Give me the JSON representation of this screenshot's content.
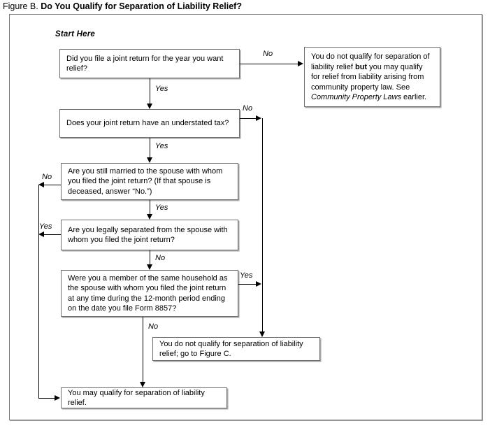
{
  "figure": {
    "label": "Figure B.",
    "question": "Do You Qualify for Separation of Liability Relief?",
    "start_label": "Start Here"
  },
  "colors": {
    "border": "#6f6f6f",
    "shadow": "#a6a6a6",
    "line": "#000000",
    "background": "#ffffff",
    "text": "#000000"
  },
  "nodes": {
    "q1": {
      "id": "joint-return-question",
      "text": "Did you file a joint return for the year you want relief?"
    },
    "q2": {
      "id": "understated-tax-question",
      "text": "Does your joint return have an understated tax?"
    },
    "q3": {
      "id": "still-married-question",
      "text": "Are you still married to the spouse with whom you filed the joint return? (If that spouse is deceased, answer “No.”)"
    },
    "q4": {
      "id": "legally-separated-question",
      "text": "Are you legally separated from the spouse with whom you filed the joint return?"
    },
    "q5": {
      "id": "same-household-question",
      "text": "Were you a member of the same household as the spouse with whom you filed the joint return at any time during the 12-month period ending on the date you file Form 8857?"
    },
    "community_property": {
      "id": "community-property-outcome",
      "segments": [
        {
          "text": "You do not qualify for separation of liability relief ",
          "style": "normal"
        },
        {
          "text": "but",
          "style": "bold"
        },
        {
          "text": " you may qualify for relief from liability arising from community property law. See ",
          "style": "normal"
        },
        {
          "text": "Community Property Laws",
          "style": "italic"
        },
        {
          "text": " earlier.",
          "style": "normal"
        }
      ]
    },
    "figure_c": {
      "id": "figure-c-outcome",
      "text": "You do not qualify for separation of liability relief; go to Figure C."
    },
    "qualify": {
      "id": "qualify-outcome",
      "text": "You may qualify for separation of liability relief."
    }
  },
  "edge_labels": {
    "q1_no": "No",
    "q1_yes": "Yes",
    "q2_no": "No",
    "q2_yes": "Yes",
    "q3_no": "No",
    "q3_yes": "Yes",
    "q4_yes": "Yes",
    "q4_no": "No",
    "q5_yes": "Yes",
    "q5_no": "No"
  },
  "chart_data": {
    "type": "flowchart",
    "title": "Figure B. Do You Qualify for Separation of Liability Relief?",
    "decisions": [
      {
        "step": 1,
        "question": "Did you file a joint return for the year you want relief?",
        "yes": "go to step 2",
        "no": "You do not qualify for separation of liability relief but you may qualify for relief from liability arising from community property law. See Community Property Laws earlier."
      },
      {
        "step": 2,
        "question": "Does your joint return have an understated tax?",
        "yes": "go to step 3",
        "no": "You do not qualify for separation of liability relief; go to Figure C."
      },
      {
        "step": 3,
        "question": "Are you still married to the spouse with whom you filed the joint return? (If that spouse is deceased, answer “No.”)",
        "yes": "go to step 4",
        "no": "You may qualify for separation of liability relief."
      },
      {
        "step": 4,
        "question": "Are you legally separated from the spouse with whom you filed the joint return?",
        "yes": "You may qualify for separation of liability relief.",
        "no": "go to step 5"
      },
      {
        "step": 5,
        "question": "Were you a member of the same household as the spouse with whom you filed the joint return at any time during the 12-month period ending on the date you file Form 8857?",
        "yes": "You do not qualify for separation of liability relief; go to Figure C.",
        "no": "You may qualify for separation of liability relief."
      }
    ],
    "outcomes": [
      "You do not qualify for separation of liability relief but you may qualify for relief from liability arising from community property law. See Community Property Laws earlier.",
      "You do not qualify for separation of liability relief; go to Figure C.",
      "You may qualify for separation of liability relief."
    ]
  }
}
